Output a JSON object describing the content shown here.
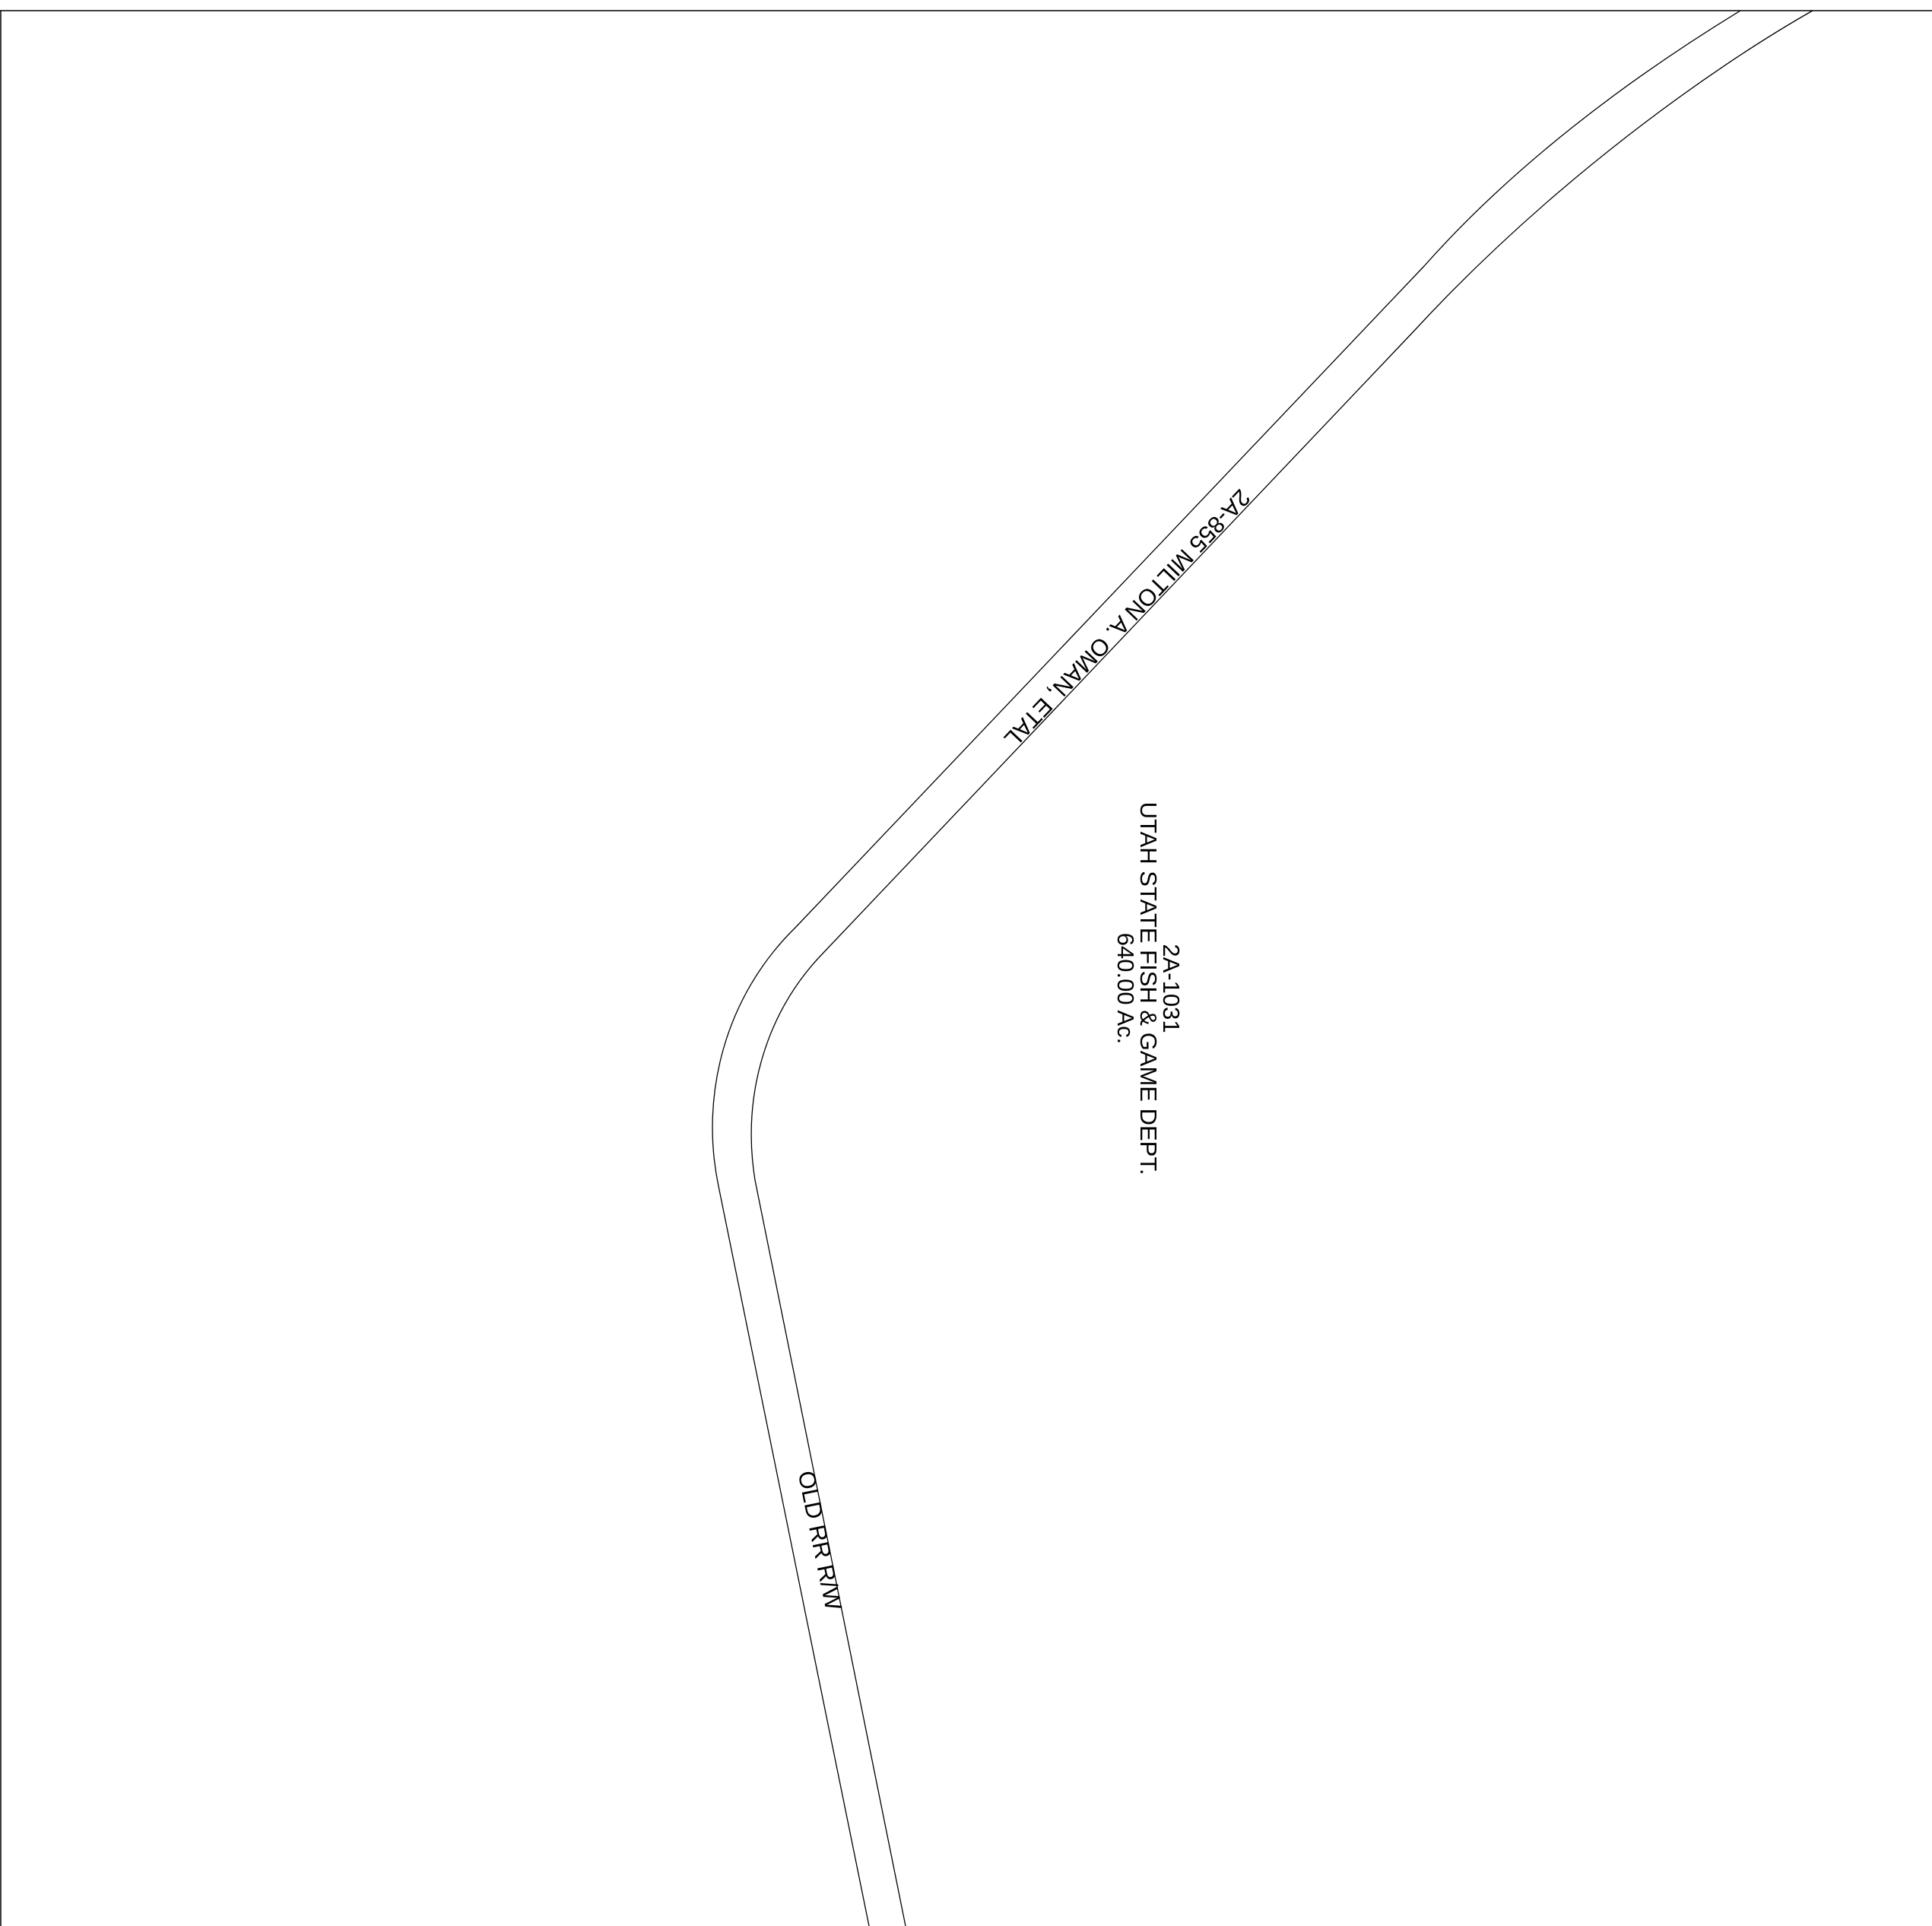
{
  "parcel": {
    "id": "2A-1031",
    "owner": "UTAH STATE FISH & GAME DEPT.",
    "area": "640.00 Ac."
  },
  "strip": {
    "id": "2A-855",
    "owner": "MILTON A. OMAN, ETAL",
    "label": "2A-855 MILTON A. OMAN, ETAL"
  },
  "row": {
    "label": "OLD RR R/W"
  },
  "colors": {
    "line": "#000000",
    "background": "#ffffff"
  }
}
